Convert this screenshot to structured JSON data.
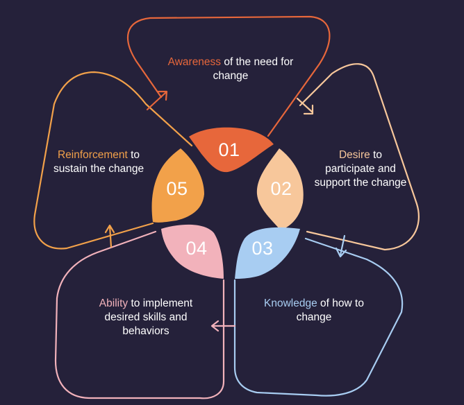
{
  "colors": {
    "background": "#25213a",
    "awareness": "#e7673b",
    "desire": "#f7c79b",
    "knowledge": "#a8cdf2",
    "ability": "#f2b2bb",
    "reinforcement": "#f2a14a"
  },
  "stages": [
    {
      "number": "01",
      "keyword": "Awareness",
      "rest": " of the need for change"
    },
    {
      "number": "02",
      "keyword": "Desire",
      "rest": " to participate and support the change"
    },
    {
      "number": "03",
      "keyword": "Knowledge",
      "rest": " of how to change"
    },
    {
      "number": "04",
      "keyword": "Ability",
      "rest": " to implement desired skills and behaviors"
    },
    {
      "number": "05",
      "keyword": "Reinforcement",
      "rest": " to sustain the change"
    }
  ]
}
